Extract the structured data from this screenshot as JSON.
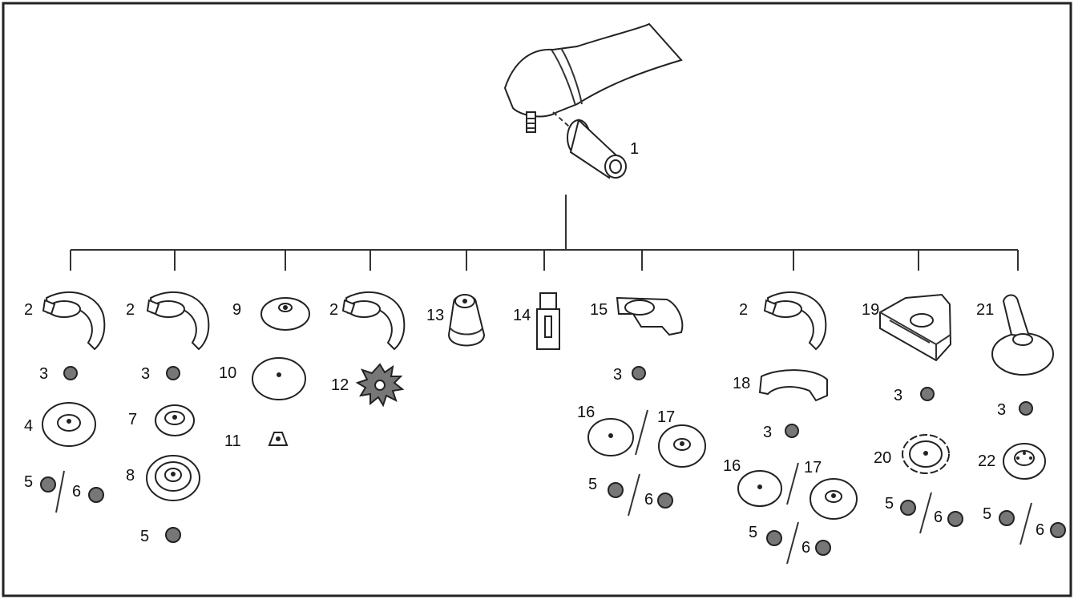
{
  "labels": {
    "n1": "1",
    "n2": "2",
    "n3": "3",
    "n4": "4",
    "n5": "5",
    "n6": "6",
    "n7": "7",
    "n8": "8",
    "n9": "9",
    "n10": "10",
    "n11": "11",
    "n12": "12",
    "n13": "13",
    "n14": "14",
    "n15": "15",
    "n16": "16",
    "n17": "17",
    "n18": "18",
    "n19": "19",
    "n20": "20",
    "n21": "21",
    "n22": "22"
  },
  "colors": {
    "ink": "#222222",
    "background": "#ffffff",
    "nut_fill": "#777777"
  }
}
